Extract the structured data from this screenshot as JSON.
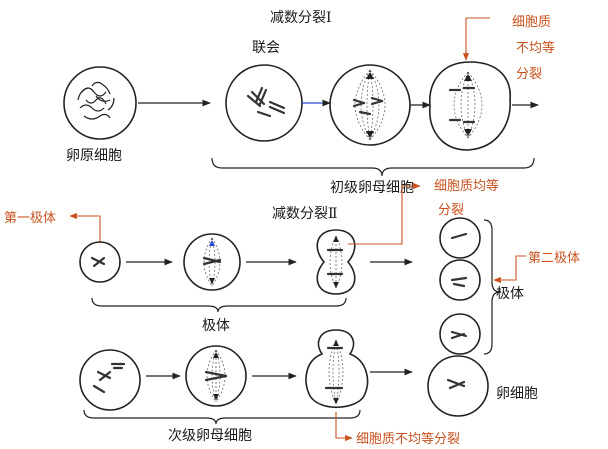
{
  "labels": {
    "meiosis1": "减数分裂Ⅰ",
    "synapsis": "联会",
    "oogonium": "卵原细胞",
    "primary_oocyte": "初级卵母细胞",
    "meiosis2": "减数分裂Ⅱ",
    "polar_body": "极体",
    "polar_body_right": "极体",
    "egg_cell": "卵细胞",
    "secondary_oocyte": "次级卵母细胞"
  },
  "notes": {
    "unequal_top": [
      "细胞质",
      "不均等",
      "分裂"
    ],
    "first_polar_body": "第一极体",
    "equal_division": [
      "细胞质均等",
      "分裂"
    ],
    "second_polar_body": "第二极体",
    "unequal_bottom": "细胞质不均等分裂"
  },
  "colors": {
    "annotation": "#c8531f",
    "line": "#222222"
  }
}
